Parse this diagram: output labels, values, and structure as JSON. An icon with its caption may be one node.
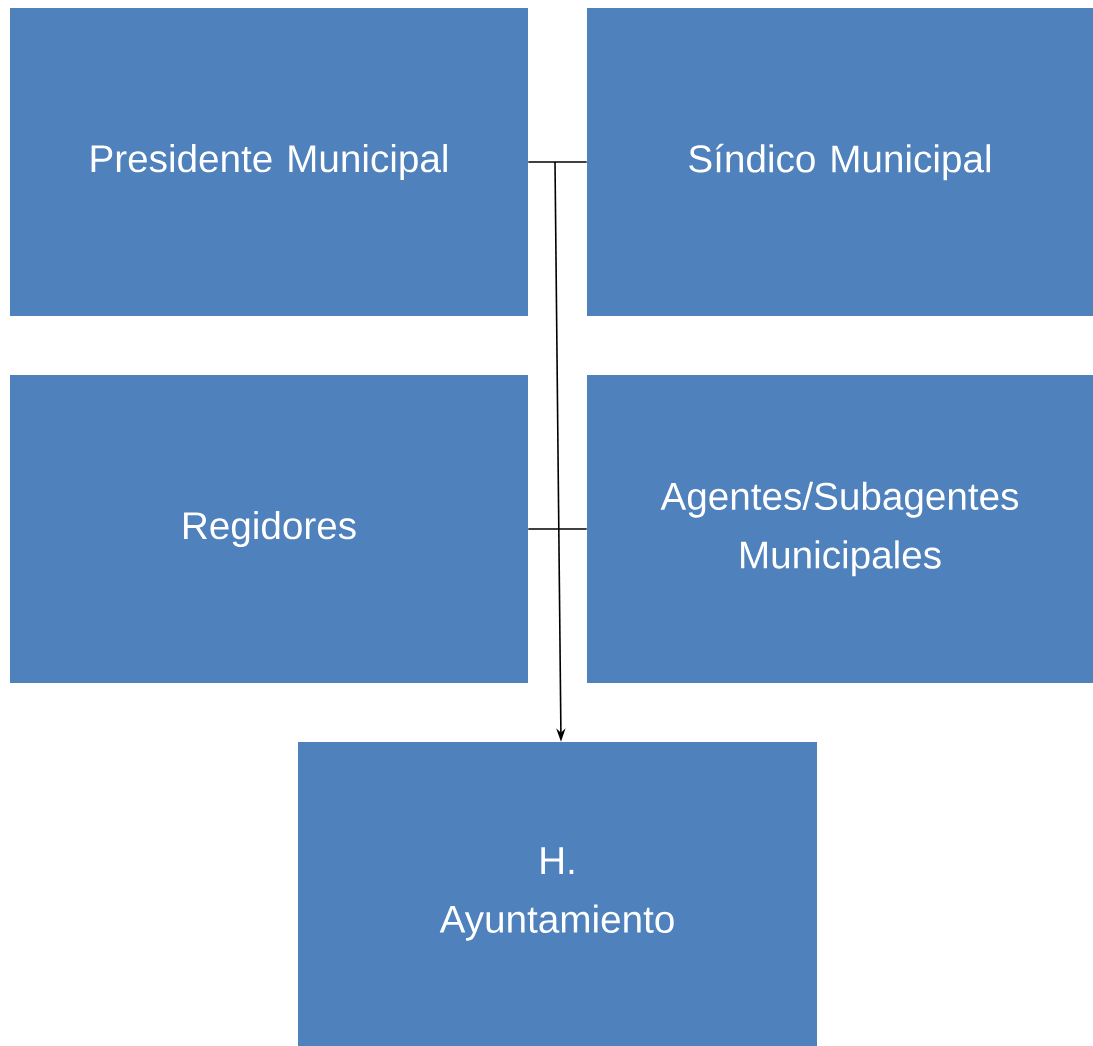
{
  "diagram": {
    "nodes": [
      {
        "text": [
          "Presidente Municipal"
        ]
      },
      {
        "text": [
          "Síndico Municipal"
        ]
      },
      {
        "text": [
          "Regidores"
        ]
      },
      {
        "text": [
          "Agentes/Subagentes Municipales"
        ]
      },
      {
        "text": [
          "H. Ayuntamiento"
        ]
      }
    ],
    "edges": [
      {
        "from": 0,
        "to": 1,
        "arrow": "none"
      },
      {
        "from": 2,
        "to": 3,
        "arrow": "none"
      },
      {
        "from": 0,
        "to": 4,
        "arrow": "to"
      }
    ]
  }
}
